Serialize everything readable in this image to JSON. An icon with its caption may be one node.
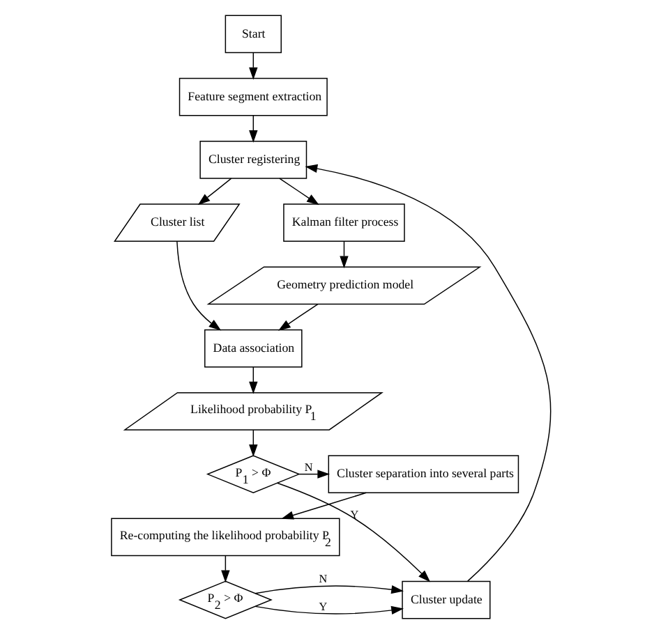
{
  "diagram": {
    "nodes": [
      {
        "text": [
          "Start"
        ]
      },
      {
        "text": [
          "Feature segment extraction"
        ]
      },
      {
        "text": [
          "Cluster registering"
        ]
      },
      {
        "text": [
          "Cluster list"
        ]
      },
      {
        "text": [
          "Kalman filter process"
        ]
      },
      {
        "text": [
          "Geometry prediction model"
        ]
      },
      {
        "text": [
          "Data association"
        ]
      },
      {
        "text": [
          "Likelihood probability P$_{1}$"
        ]
      },
      {
        "text": [
          "P$_{1}$ > Φ"
        ]
      },
      {
        "text": [
          "Cluster separation into several parts"
        ]
      },
      {
        "text": [
          "Re-computing the likelihood probability P$_{2}$"
        ]
      },
      {
        "text": [
          "P$_{2}$ > Φ"
        ]
      },
      {
        "text": [
          "Cluster update"
        ]
      }
    ],
    "edges": [
      {
        "from": 0,
        "to": 1,
        "arrow": "to"
      },
      {
        "from": 1,
        "to": 2,
        "arrow": "to"
      },
      {
        "from": 2,
        "to": 3,
        "arrow": "to"
      },
      {
        "from": 2,
        "to": 4,
        "arrow": "to"
      },
      {
        "from": 4,
        "to": 5,
        "arrow": "to"
      },
      {
        "from": 3,
        "to": 6,
        "arrow": "to"
      },
      {
        "from": 5,
        "to": 6,
        "arrow": "to"
      },
      {
        "from": 6,
        "to": 7,
        "arrow": "to"
      },
      {
        "from": 7,
        "to": 8,
        "arrow": "to"
      },
      {
        "from": 8,
        "to": 9,
        "arrow": "to",
        "label": "N"
      },
      {
        "from": 8,
        "to": 12,
        "arrow": "to",
        "label": "Y"
      },
      {
        "from": 9,
        "to": 10,
        "arrow": "to"
      },
      {
        "from": 10,
        "to": 11,
        "arrow": "to"
      },
      {
        "from": 11,
        "to": 12,
        "arrow": "to",
        "label": "Y"
      },
      {
        "from": 11,
        "to": 12,
        "arrow": "to",
        "label": "N"
      },
      {
        "from": 12,
        "to": 2,
        "arrow": "to"
      }
    ]
  }
}
